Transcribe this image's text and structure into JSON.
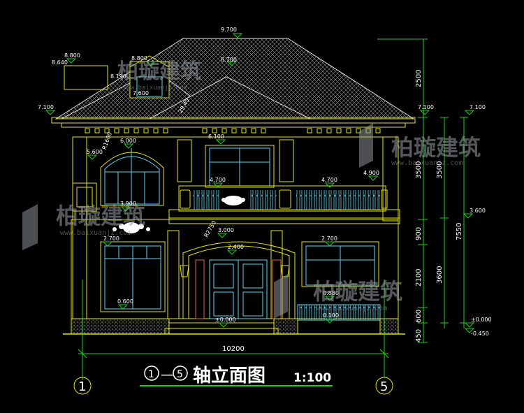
{
  "drawing": {
    "title": "轴立面图",
    "scale": "1:100",
    "axis_start": "1",
    "axis_end": "5",
    "dash": "—",
    "total_width": "10200"
  },
  "elevation_marks": {
    "ridge": "9.700",
    "left_dormer_top": "8.800",
    "center_dormer_top": "8.800",
    "right_dormer_top": "8.700",
    "left_small": "8.640",
    "dormer_mid": "8.190",
    "dormer_window": "7.600",
    "eave_left": "7.100",
    "eave_right": "7.100",
    "eave_far_right": "7.100",
    "upper_window_head": "6.000",
    "upper_center_window": "6.100",
    "upper_left_sill": "5.600",
    "balcony_left": "4.700",
    "balcony_right": "4.700",
    "balcony_far": "4.900",
    "floor_mark": "3.900",
    "floor_right": "3.600",
    "arch_top": "3.000",
    "door_head": "2.400",
    "lower_window_left": "2.700",
    "lower_window_right": "2.700",
    "sill_right": "0.880",
    "sill_left": "0.600",
    "plinth": "0.100",
    "ground": "±0.000",
    "ground_right": "±0.000",
    "outdoor": "-0.450",
    "slope_a": "R2750",
    "slope_b": "29.49",
    "slope_c": "R1600"
  },
  "dimensions_right": {
    "seg1": "2500",
    "seg2": "3500",
    "seg3": "900",
    "seg4": "2100",
    "seg5": "600",
    "seg6": "450",
    "col2_a": "3500",
    "col2_b": "3600",
    "col3": "7550"
  },
  "watermark": {
    "brand": "柏璇建筑",
    "url": "www.baixuanjz.com"
  },
  "colors": {
    "background": "#000000",
    "wall_line": "#e6e600",
    "dim_line": "#19d219",
    "detail": "#5fd6f0",
    "roof": "#d8d8d8",
    "text": "#ffffff"
  }
}
